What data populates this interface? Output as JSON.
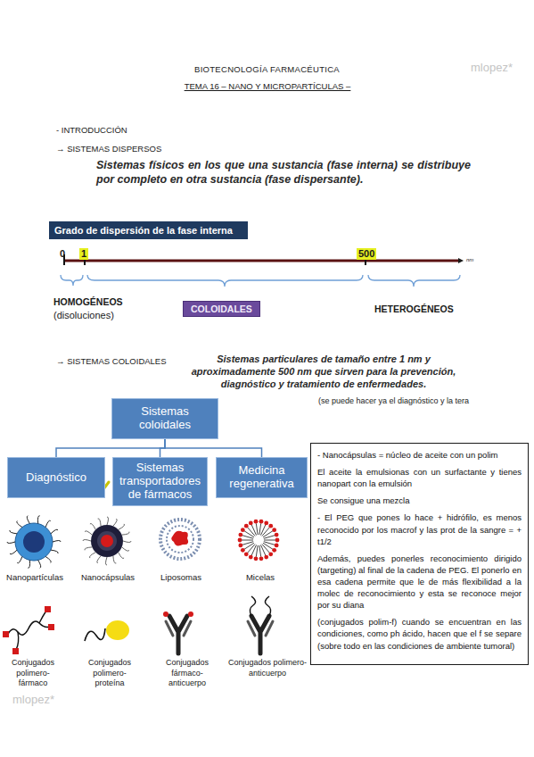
{
  "diagram": {
    "title": "BIOTECNOLOGÍA FARMACÉUTICA",
    "nodes": [
      {
        "text": [
          "Grado de dispersión de la fase interna"
        ]
      },
      {
        "text": [
          "COLOIDALES"
        ]
      },
      {
        "text": [
          "Sistemas coloidales"
        ]
      },
      {
        "text": [
          "Diagnóstico"
        ]
      },
      {
        "text": [
          "Sistemas transportadores de fármacos"
        ]
      },
      {
        "text": [
          "Medicina regenerativa"
        ]
      },
      {
        "text": [
          "- Nanocápsulas = núcleo de aceite con un polim",
          "El aceite la emulsionas con un surfactante y tienes nanopart con la emulsión",
          "Se consigue una mezcla",
          "- El PEG que pones lo hace + hidrófilo, es menos reconocido por los macrof y las prot de la sangre = + t1/2",
          "Además, puedes ponerles reconocimiento dirigido (targeting) al final de la cadena de PEG. El ponerlo en esa cadena permite que le de más flexibilidad a la molec de reconocimiento y esta se reconoce mejor por su diana",
          "(conjugados polim-f) cuando se encuentran en las condiciones, como ph ácido, hacen que el f se separe (sobre todo en las condiciones de ambiente tumoral)"
        ]
      }
    ],
    "edges": [
      {
        "from": 2,
        "to": 3,
        "arrow": "none"
      },
      {
        "from": 2,
        "to": 4,
        "arrow": "none"
      },
      {
        "from": 2,
        "to": 5,
        "arrow": "none"
      }
    ],
    "labels": [
      "TEMA 16 – NANO Y MICROPARTÍCULAS –",
      "mlopez*",
      "- INTRODUCCIÓN",
      "→ SISTEMAS DISPERSOS",
      "Sistemas físicos en los que una sustancia (fase interna) se distribuye por completo en otra sustancia (fase dispersante).",
      "0",
      "1",
      "500",
      "nm",
      "HOMOGÉNEOS",
      "(disoluciones)",
      "HETEROGÉNEOS",
      "→ SISTEMAS COLOIDALES",
      "Sistemas particulares de tamaño entre 1 nm y aproximadamente 500 nm que sirven para la prevención, diagnóstico y tratamiento de enfermedades.",
      "(se puede hacer ya el diagnóstico y la tera",
      "Nanopartículas",
      "Nanocápsulas",
      "Liposomas",
      "Micelas",
      "Conjugados polimero-fármaco",
      "Conjugados polimero-proteína",
      "Conjugados fármaco-anticuerpo",
      "Conjugados polimero-anticuerpo",
      "mlopez*"
    ]
  }
}
